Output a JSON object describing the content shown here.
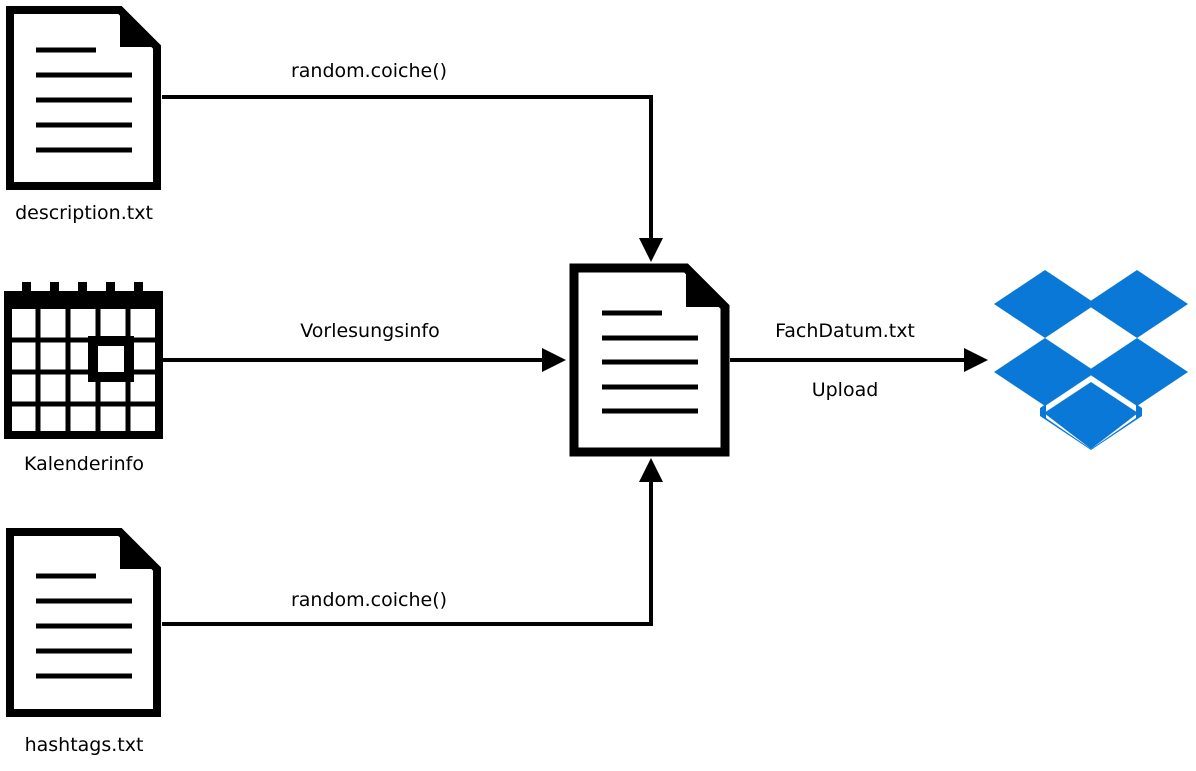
{
  "diagram": {
    "inputs": {
      "description": {
        "label": "description.txt",
        "edge_label": "random.coiche()"
      },
      "calendar": {
        "label": "Kalenderinfo",
        "edge_label": "Vorlesungsinfo"
      },
      "hashtags": {
        "label": "hashtags.txt",
        "edge_label": "random.coiche()"
      }
    },
    "output": {
      "file_label": "FachDatum.txt",
      "action_label": "Upload",
      "target_icon": "dropbox-icon"
    },
    "icons": {
      "input_file": "document-icon",
      "calendar": "calendar-icon",
      "central_file": "document-icon"
    },
    "colors": {
      "stroke": "#000000",
      "dropbox": "#0a78d7"
    }
  }
}
